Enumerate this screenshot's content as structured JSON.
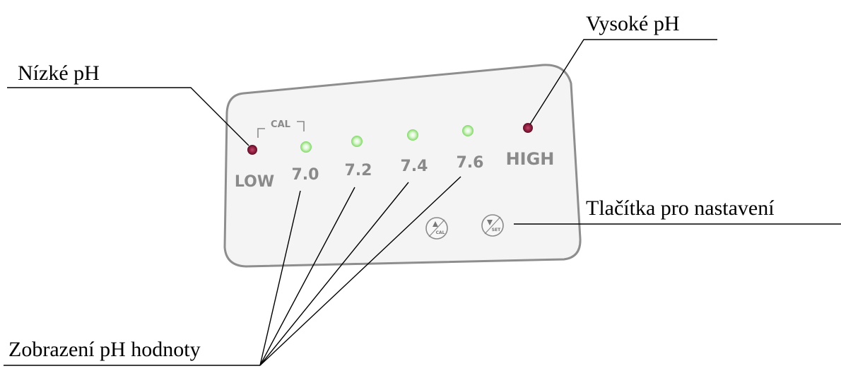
{
  "callouts": {
    "low_ph": "Nízké pH",
    "high_ph": "Vysoké pH",
    "buttons": "Tlačítka pro nastavení",
    "ph_display": "Zobrazení pH hodnoty"
  },
  "panel": {
    "cal_label": "CAL",
    "low_label": "LOW",
    "high_label": "HIGH",
    "values": [
      "7.0",
      "7.2",
      "7.4",
      "7.6"
    ],
    "button_up_label": "CAL",
    "button_down_label": "SET"
  },
  "colors": {
    "low_led": "#8e1d3e",
    "high_led": "#8e1d3e",
    "green_led": "#9ee38a",
    "panel_fill": "#f4f4f4",
    "panel_border": "#8e8e8e"
  }
}
